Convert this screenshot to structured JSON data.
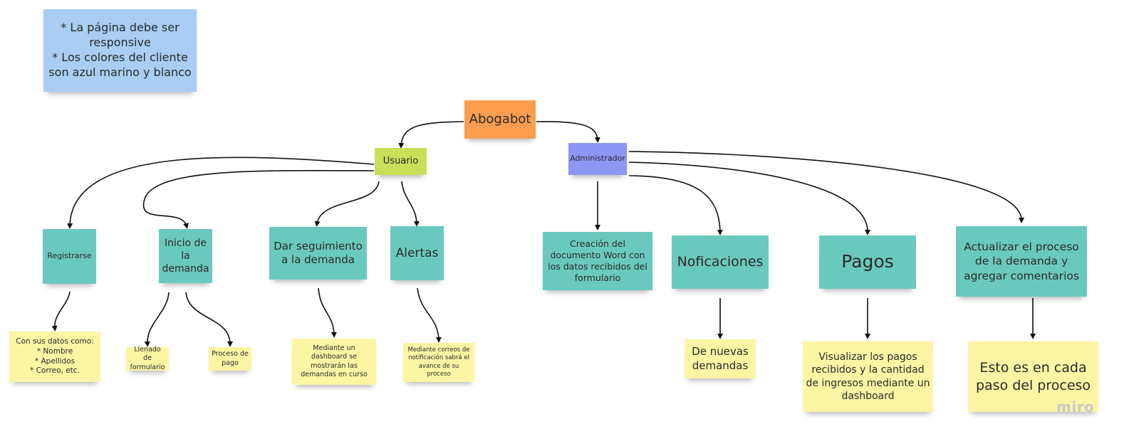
{
  "nodes": {
    "requirements": "* La página debe ser responsive\n* Los colores del cliente son azul marino y blanco",
    "root": "Abogabot",
    "usuario": "Usuario",
    "administrador": "Administrador",
    "registrarse": "Registrarse",
    "inicio": "Inicio de la demanda",
    "seguimiento": "Dar seguimiento a la demanda",
    "alertas": "Alertas",
    "creacion": "Creación del documento Word con los datos recibidos del formulario",
    "notificaciones": "Noficaciones",
    "pagos": "Pagos",
    "actualizar": "Actualizar el proceso de la demanda y agregar comentarios",
    "datos": "Con sus datos como:\n* Nombre\n* Apellidos\n* Correo, etc.",
    "llenado": "Llenado de formulario",
    "proceso_pago": "Proceso de pago",
    "dashboard": "Mediante un dashboard se mostrarán las demandas en curso",
    "correos": "Mediante correos de notificación sabrá el avance de su proceso",
    "nuevas": "De nuevas demandas",
    "visualizar": "Visualizar los pagos recibidos  y la cantidad de ingresos mediante un dashboard",
    "cada_paso": "Esto es en cada paso del proceso"
  },
  "watermark": "miro",
  "colors": {
    "blue": "#a9cdf3",
    "orange": "#fb9d4f",
    "green": "#c9df5a",
    "purple": "#8c96f5",
    "teal": "#6ac9bf",
    "yellow": "#fcf5a4",
    "edge": "#111111"
  }
}
